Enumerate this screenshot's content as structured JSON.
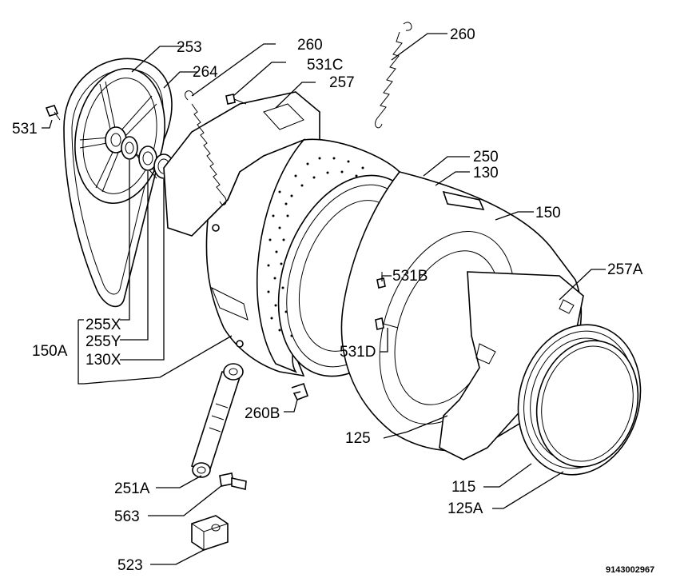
{
  "labels": {
    "p253": "253",
    "p264": "264",
    "p260a": "260",
    "p531c": "531C",
    "p257": "257",
    "p260b": "260",
    "p531": "531",
    "p250": "250",
    "p130": "130",
    "p150": "150",
    "p257a": "257A",
    "p531b": "531B",
    "p531d": "531D",
    "p255x": "255X",
    "p255y": "255Y",
    "p150a": "150A",
    "p130x": "130X",
    "p260b2": "260B",
    "p125": "125",
    "p115": "115",
    "p125a": "125A",
    "p251a": "251A",
    "p563": "563",
    "p523": "523"
  },
  "doc_number": "9143002967"
}
